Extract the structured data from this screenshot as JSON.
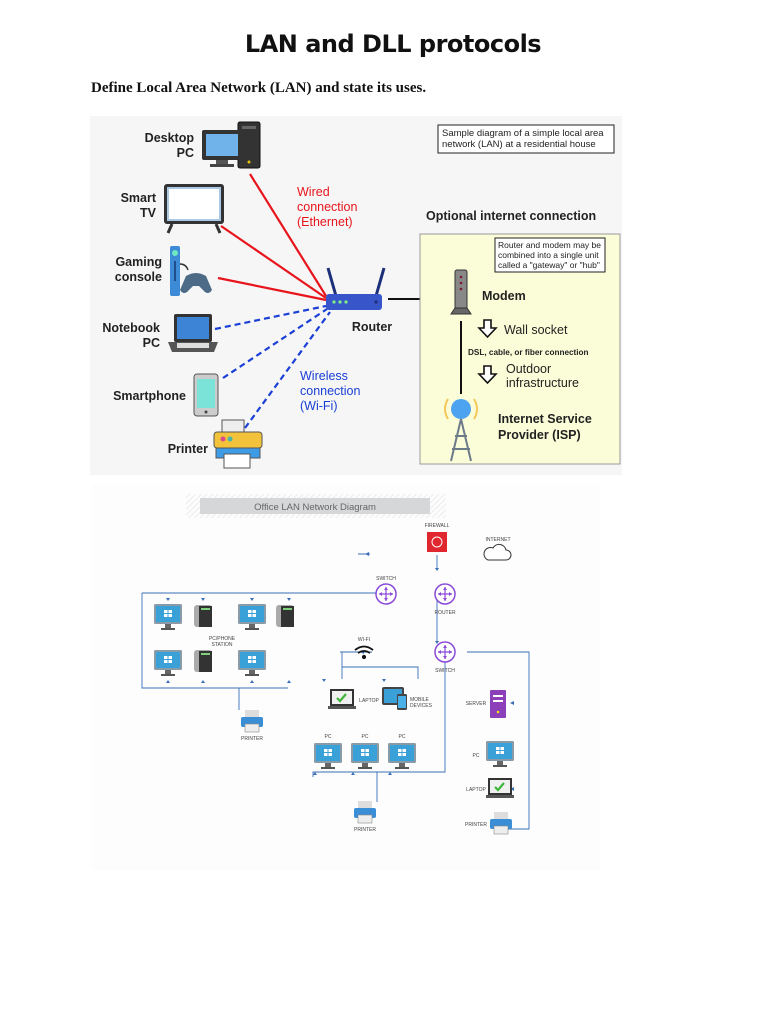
{
  "page": {
    "title": "LAN and DLL protocols",
    "question": "Define Local Area Network (LAN) and state its uses."
  },
  "figure1": {
    "caption_box": [
      "Sample diagram of a simple local area",
      "network (LAN) at a residential house"
    ],
    "devices": {
      "desktop": [
        "Desktop",
        "PC"
      ],
      "tv": [
        "Smart",
        "TV"
      ],
      "console": [
        "Gaming",
        "console"
      ],
      "notebook": [
        "Notebook",
        "PC"
      ],
      "smartphone": "Smartphone",
      "printer": "Printer",
      "router": "Router"
    },
    "wired_label": [
      "Wired",
      "connection",
      "(Ethernet)"
    ],
    "wireless_label": [
      "Wireless",
      "connection",
      "(Wi-Fi)"
    ],
    "internet_heading": "Optional internet connection",
    "gateway_note": [
      "Router and modem may be",
      "combined into a single unit",
      "called a \"gateway\" or \"hub\""
    ],
    "modem": "Modem",
    "wall_socket": "Wall socket",
    "dsl": "DSL, cable, or fiber connection",
    "outdoor": [
      "Outdoor",
      "infrastructure"
    ],
    "isp": [
      "Internet Service",
      "Provider (ISP)"
    ],
    "colors": {
      "wired": "#e8141b",
      "wireless": "#1a3fd6",
      "panel": "#fbfdd8"
    }
  },
  "figure2": {
    "title": "Office LAN Network Diagram",
    "labels": {
      "firewall": "FIREWALL",
      "internet": "INTERNET",
      "switch_top": "SWITCH",
      "router": "ROUTER",
      "switch_mid": "SWITCH",
      "station": [
        "PC/PHONE",
        "STATION"
      ],
      "printer_left": "PRINTER",
      "wifi": "WI-FI",
      "laptop_wifi": "LAPTOP",
      "mobile": [
        "MOBILE",
        "DEVICES"
      ],
      "pc1": "PC",
      "pc2": "PC",
      "pc3": "PC",
      "printer_mid": "PRINTER",
      "server": "SERVER",
      "pc_right": "PC",
      "laptop_right": "LAPTOP",
      "printer_right": "PRINTER"
    },
    "colors": {
      "line": "#3a6fb7",
      "switch": "#8a4ad8",
      "firewall": "#e0262e",
      "monitor": "#3aa0d8",
      "server": "#8b3fb8"
    }
  }
}
